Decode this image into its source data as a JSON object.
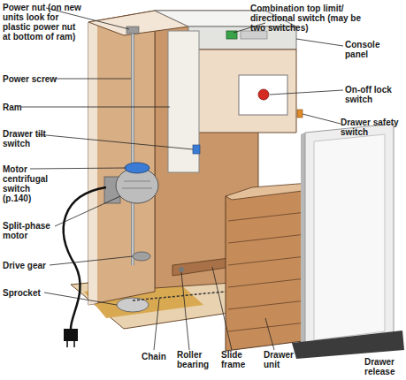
{
  "diagram": {
    "labels": [
      "Power nut (on new units look for plastic power nut at bottom of ram)",
      "Combination top limit/ directional switch (may be two switches)",
      "Console panel",
      "Power screw",
      "On-off lock switch",
      "Ram",
      "Drawer safety switch",
      "Drawer tilt switch",
      "Motor centrifugal switch (p.140)",
      "Split-phase motor",
      "Drive gear",
      "Sprocket",
      "Chain",
      "Roller bearing",
      "Slide frame",
      "Drawer unit",
      "Drawer release"
    ]
  }
}
